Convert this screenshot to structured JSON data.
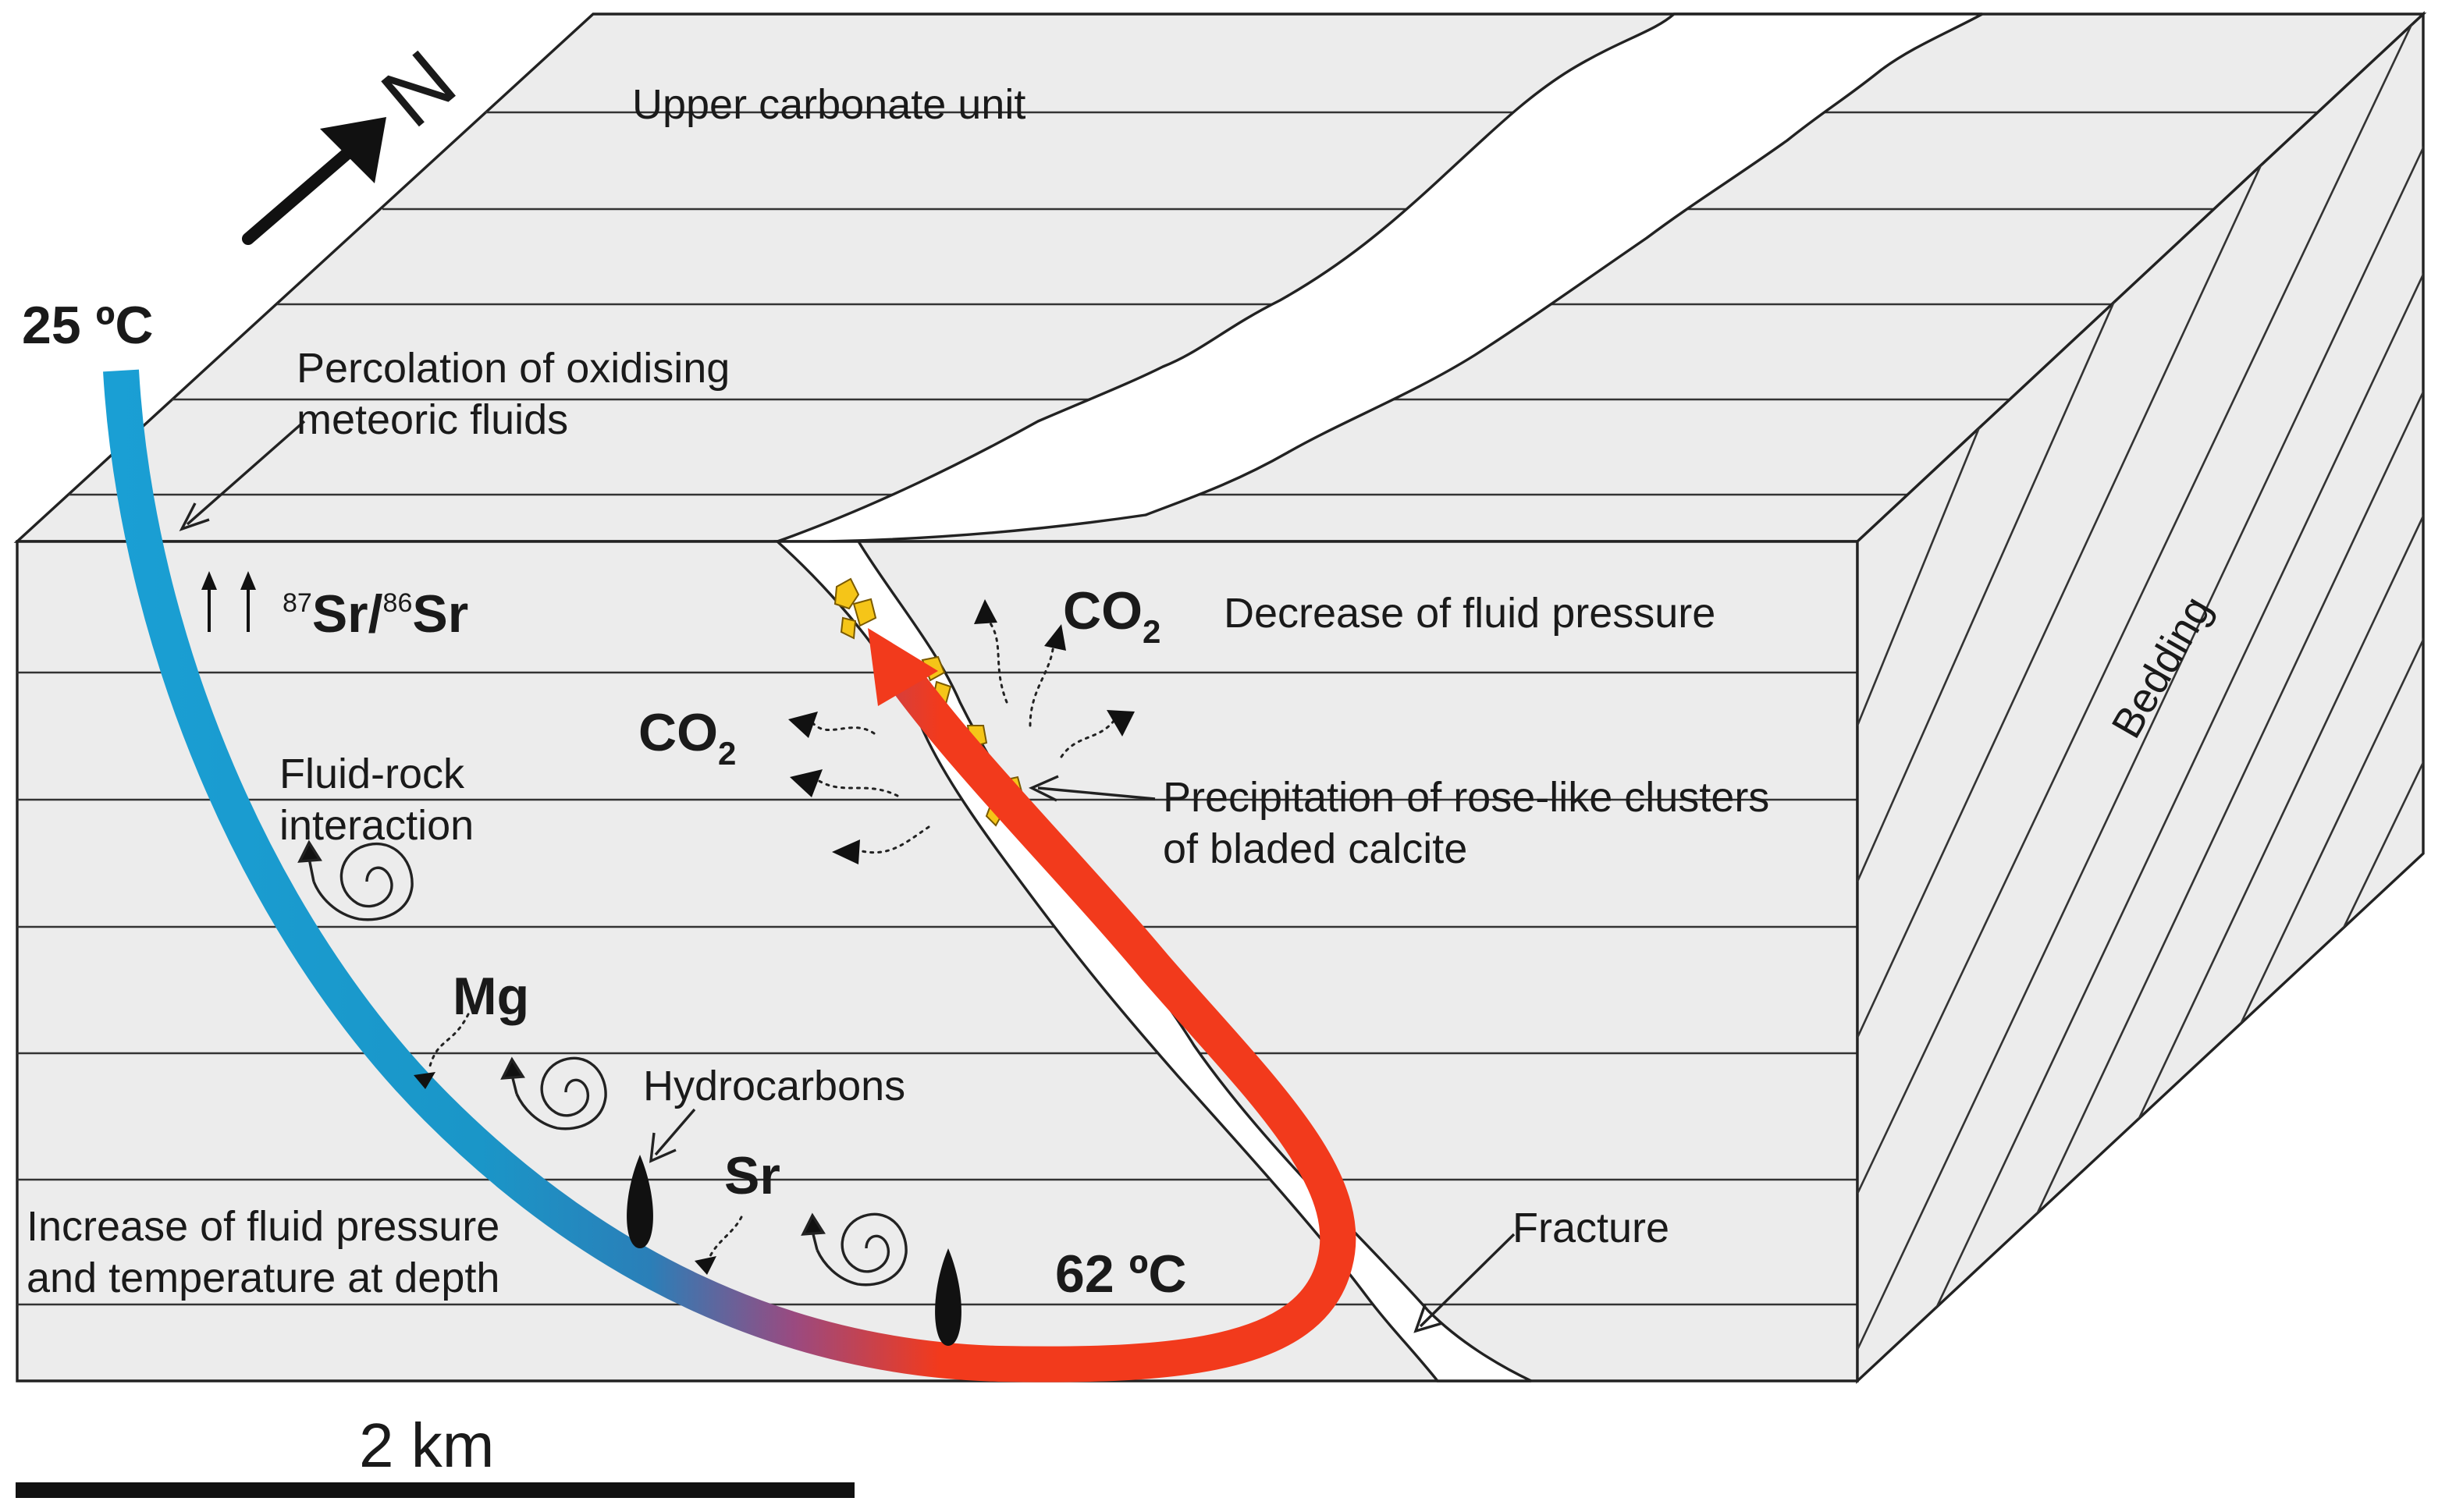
{
  "labels": {
    "north": "N",
    "upper_unit": "Upper carbonate unit",
    "temp_surface": "25 ºC",
    "percolation_line1": "Percolation of oxidising",
    "percolation_line2": "meteoric fluids",
    "sr_isotope_sup1": "87",
    "sr_isotope_main1": "Sr/",
    "sr_isotope_sup2": "86",
    "sr_isotope_main2": "Sr",
    "co2_main": "CO",
    "co2_sub": "2",
    "decrease_pressure": "Decrease of fluid pressure",
    "bedding": "Bedding",
    "fluid_rock_line1": "Fluid-rock",
    "fluid_rock_line2": "interaction",
    "precip_line1": "Precipitation of rose-like clusters",
    "precip_line2": "of bladed calcite",
    "mg": "Mg",
    "hydrocarbons": "Hydrocarbons",
    "sr": "Sr",
    "increase_line1": "Increase of fluid pressure",
    "increase_line2": "and temperature at depth",
    "fracture": "Fracture",
    "temp_depth": "62 ºC",
    "scale": "2 km"
  },
  "colors": {
    "block_fill": "#ececec",
    "cold_fluid": "#1a9fd4",
    "hot_fluid": "#f23a1c",
    "calcite": "#f5c518"
  }
}
